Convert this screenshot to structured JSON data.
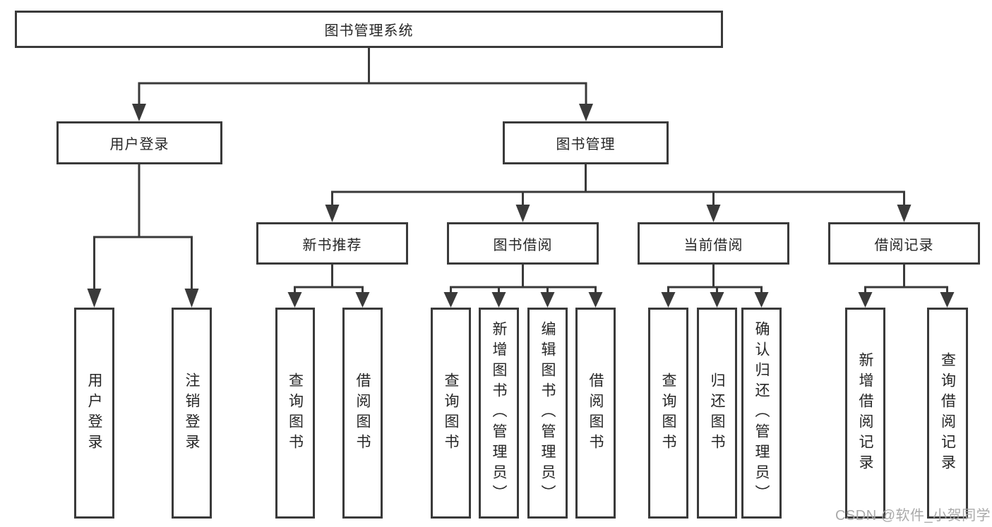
{
  "diagram": {
    "root": {
      "label": "图书管理系统"
    },
    "level2": [
      {
        "label": "用户登录"
      },
      {
        "label": "图书管理"
      }
    ],
    "level3": [
      {
        "label": "新书推荐"
      },
      {
        "label": "图书借阅"
      },
      {
        "label": "当前借阅"
      },
      {
        "label": "借阅记录"
      }
    ],
    "leafGroups": [
      {
        "parent": "用户登录",
        "items": [
          {
            "label": "用户登录"
          },
          {
            "label": "注销登录"
          }
        ]
      },
      {
        "parent": "新书推荐",
        "items": [
          {
            "label": "查询图书"
          },
          {
            "label": "借阅图书"
          }
        ]
      },
      {
        "parent": "图书借阅",
        "items": [
          {
            "label": "查询图书"
          },
          {
            "label": "新增图书（管理员）"
          },
          {
            "label": "编辑图书（管理员）"
          },
          {
            "label": "借阅图书"
          }
        ]
      },
      {
        "parent": "当前借阅",
        "items": [
          {
            "label": "查询图书"
          },
          {
            "label": "归还图书"
          },
          {
            "label": "确认归还（管理员）"
          }
        ]
      },
      {
        "parent": "借阅记录",
        "items": [
          {
            "label": "新增借阅记录"
          },
          {
            "label": "查询借阅记录"
          }
        ]
      }
    ]
  },
  "watermark": {
    "text": "CSDN @软件_小贺同学"
  },
  "colors": {
    "line": "#3a3a3a",
    "border": "#3a3a3a",
    "background": "#ffffff",
    "text": "#262626",
    "watermark": "#a5a5a5"
  }
}
